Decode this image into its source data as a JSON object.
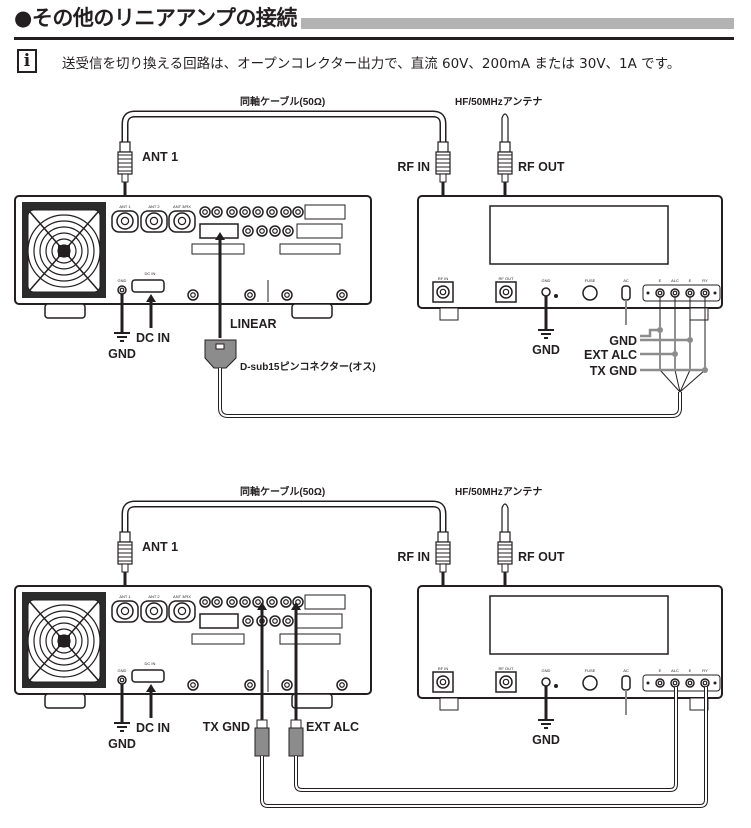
{
  "page": {
    "title": "●その他のリニアアンプの接続",
    "note_icon": "info-icon",
    "note_icon_glyph": "i",
    "note": "送受信を切り換える回路は、オープンコレクター出力で、直流 60V、200mA または 30V、1A です。"
  },
  "diagrams": [
    {
      "coax_label": "同軸ケーブル(50Ω)",
      "antenna_label": "HF/50MHzアンテナ",
      "ant1": "ANT 1",
      "rf_in": "RF IN",
      "rf_out": "RF OUT",
      "gnd_left": "GND",
      "dc_in": "DC IN",
      "gnd_amp": "GND",
      "linear": "LINEAR",
      "dsub": "D-sub15ピンコネクター(オス)",
      "wire_gnd": "GND",
      "wire_ext_alc": "EXT ALC",
      "wire_tx_gnd": "TX GND"
    },
    {
      "coax_label": "同軸ケーブル(50Ω)",
      "antenna_label": "HF/50MHzアンテナ",
      "ant1": "ANT 1",
      "rf_in": "RF IN",
      "rf_out": "RF OUT",
      "gnd_left": "GND",
      "dc_in": "DC IN",
      "gnd_amp": "GND",
      "tx_gnd": "TX GND",
      "ext_alc": "EXT ALC"
    }
  ],
  "panel_labels": {
    "amp_rf_in": "RF IN",
    "amp_rf_out": "RF OUT",
    "amp_gnd": "GND",
    "amp_fuse": "FUSE",
    "amp_ac": "AC",
    "amp_e1": "E",
    "amp_alc": "ALC",
    "amp_e2": "E",
    "amp_ry": "RY",
    "trx_ant1": "ANT 1",
    "trx_ant2": "ANT 2",
    "trx_ant3": "ANT 3/RX",
    "trx_dc_in": "DC IN",
    "trx_gnd": "GND"
  }
}
